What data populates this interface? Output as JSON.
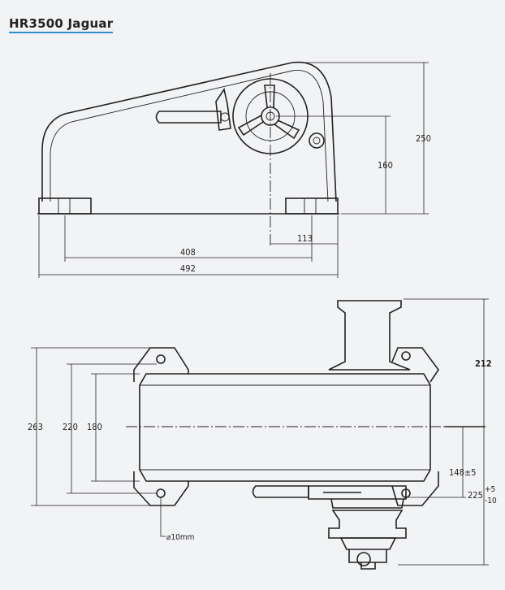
{
  "title": "HR3500 Jaguar",
  "accent_color": "#2e8fd0",
  "side_view": {
    "dimensions": {
      "height_total": "250",
      "drum_height": "160",
      "drum_offset": "113",
      "foot_span": "408",
      "length": "492"
    }
  },
  "top_view": {
    "dimensions": {
      "base_width": "263",
      "hole_spacing": "220",
      "body_width": "180",
      "capstan_height": "212",
      "lower_a": "148±5",
      "lower_b": "225",
      "lower_b_tol_plus": "+5",
      "lower_b_tol_minus": "-10",
      "hole_diameter": "⌀10mm"
    }
  }
}
